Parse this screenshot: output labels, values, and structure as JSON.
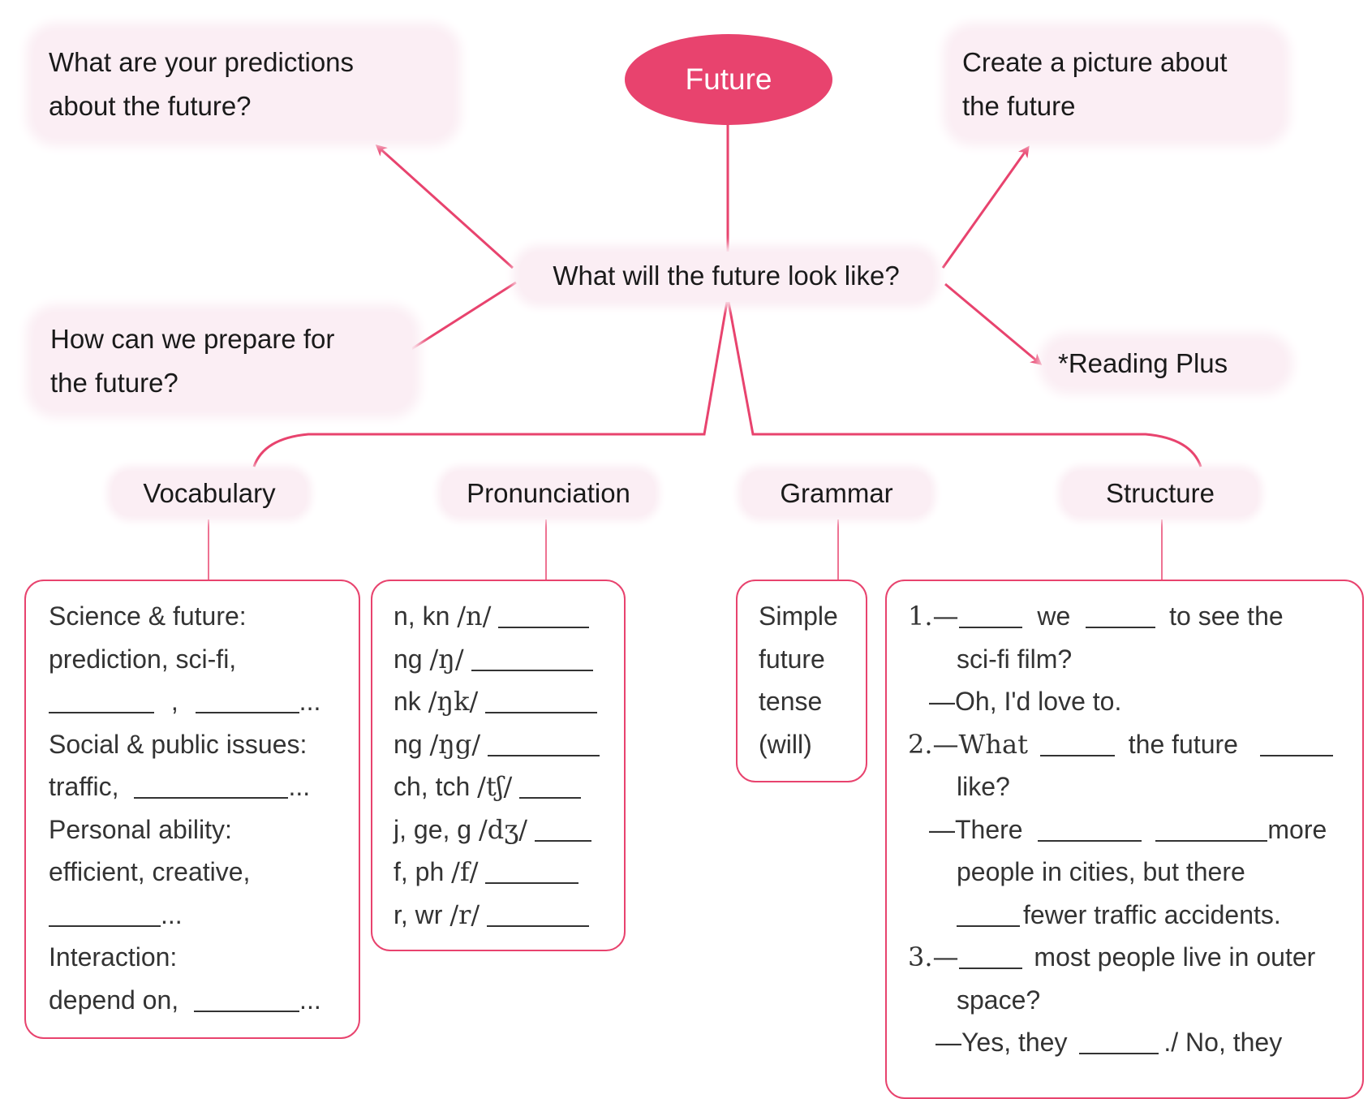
{
  "center": {
    "oval_label": "Future",
    "question": "What will the future look like?"
  },
  "prompts": {
    "predictions": {
      "line1_words": [
        "What",
        "are",
        "your",
        "predictions"
      ],
      "line2": "about the future?"
    },
    "picture": {
      "line1": "Create a picture about",
      "line2": "the future"
    },
    "prepare": {
      "line1_words": [
        "How",
        "can",
        "we",
        "prepare",
        "for"
      ],
      "line2": "the future?"
    },
    "reading": "*Reading Plus"
  },
  "branches": {
    "vocabulary": "Vocabulary",
    "pronunciation": "Pronunciation",
    "grammar": "Grammar",
    "structure": "Structure"
  },
  "vocabulary_box": {
    "science_heading": "Science & future:",
    "science_items": "prediction, sci-fi,",
    "comma": ",",
    "ellipsis": "...",
    "social_heading": "Social & public issues:",
    "social_items": "traffic,",
    "personal_heading": "Personal ability:",
    "personal_items": "efficient, creative,",
    "interaction_heading": "Interaction:",
    "interaction_items": "depend on,"
  },
  "pronunciation_box": {
    "rows": [
      {
        "letters": "n, kn",
        "ipa": "/n/"
      },
      {
        "letters": "ng",
        "ipa": "/ŋ/"
      },
      {
        "letters": "nk",
        "ipa": "/ŋk/"
      },
      {
        "letters": "ng",
        "ipa": "/ŋg/"
      },
      {
        "letters": "ch, tch",
        "ipa": "/tʃ/"
      },
      {
        "letters": "j, ge, g",
        "ipa": "/dʒ/"
      },
      {
        "letters": "f, ph",
        "ipa": "/f/"
      },
      {
        "letters": "r, wr",
        "ipa": "/r/"
      }
    ]
  },
  "grammar_box": {
    "lines": [
      "Simple",
      "future",
      "tense",
      "(will)"
    ]
  },
  "structure_box": {
    "q1_num": "1.—",
    "q1_a": "we",
    "q1_b": "to see the",
    "q1_c": "sci-fi film?",
    "a1": "—Oh, I'd love to.",
    "q2_num": "2.—What",
    "q2_a": "the future",
    "q2_b": "like?",
    "a2_start": "—There",
    "a2_more": "more",
    "a2_mid_words": [
      "people",
      "in",
      "cities,",
      "but",
      "there"
    ],
    "a2_end": "fewer traffic accidents.",
    "q3_num": "3.—",
    "q3_a": "most people live in outer",
    "q3_b": "space?",
    "a3_yes": "—Yes, they",
    "a3_no": "./ No, they"
  },
  "colors": {
    "accent": "#e8436e",
    "cloud": "#fbeef4",
    "text": "#1a1a1a"
  }
}
